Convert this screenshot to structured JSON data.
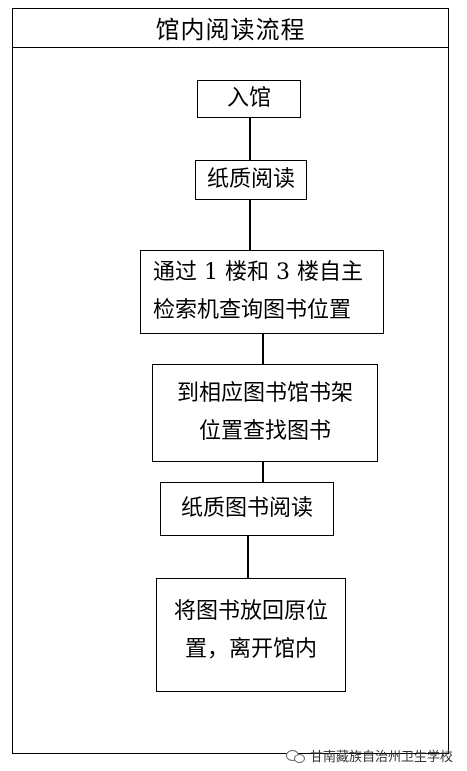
{
  "diagram": {
    "title": "馆内阅读流程",
    "steps": [
      "入馆",
      "纸质阅读",
      "通过 1 楼和 3 楼自主\n检索机查询图书位置",
      "到相应图书馆书架\n位置查找图书",
      "纸质图书阅读",
      "将图书放回原位\n置，离开馆内"
    ]
  },
  "watermark": {
    "text": "甘南藏族自治州卫生学校",
    "icon": "wechat-icon"
  }
}
